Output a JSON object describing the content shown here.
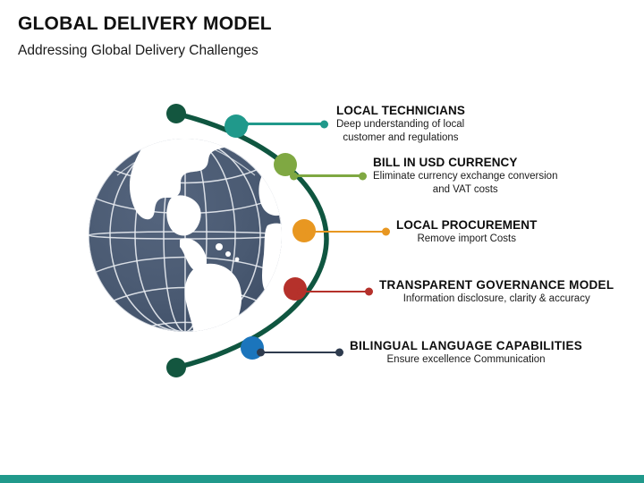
{
  "header": {
    "title": "GLOBAL DELIVERY MODEL",
    "subtitle": "Addressing Global Delivery Challenges"
  },
  "graphic": {
    "globe_icon": "globe-icon",
    "globe_ocean_color": "#4A5A72",
    "globe_land_color": "#FFFFFF",
    "arc_color": "#0F5640",
    "arc_endpoint_color": "#13563F"
  },
  "callouts": [
    {
      "id": "local-technicians",
      "title": "LOCAL TECHNICIANS",
      "desc_line1": "Deep understanding of local",
      "desc_line2": "customer and regulations",
      "color": "#20998B"
    },
    {
      "id": "bill-in-usd-currency",
      "title": "BILL IN USD CURRENCY",
      "desc_line1": "Eliminate currency exchange conversion",
      "desc_line2": "and VAT costs",
      "color": "#7FA842"
    },
    {
      "id": "local-procurement",
      "title": "LOCAL PROCUREMENT",
      "desc_line1": "Remove import Costs",
      "desc_line2": "",
      "color": "#E89721"
    },
    {
      "id": "transparent-governance-model",
      "title": "TRANSPARENT GOVERNANCE MODEL",
      "desc_line1": "Information disclosure, clarity & accuracy",
      "desc_line2": "",
      "color": "#B5312B"
    },
    {
      "id": "bilingual-language-capabilities",
      "title": "BILINGUAL LANGUAGE CAPABILITIES",
      "desc_line1": "Ensure excellence Communication",
      "desc_line2": "",
      "color": "#1B75BC"
    }
  ],
  "footer": {
    "accent_bar_color": "#20998B"
  }
}
